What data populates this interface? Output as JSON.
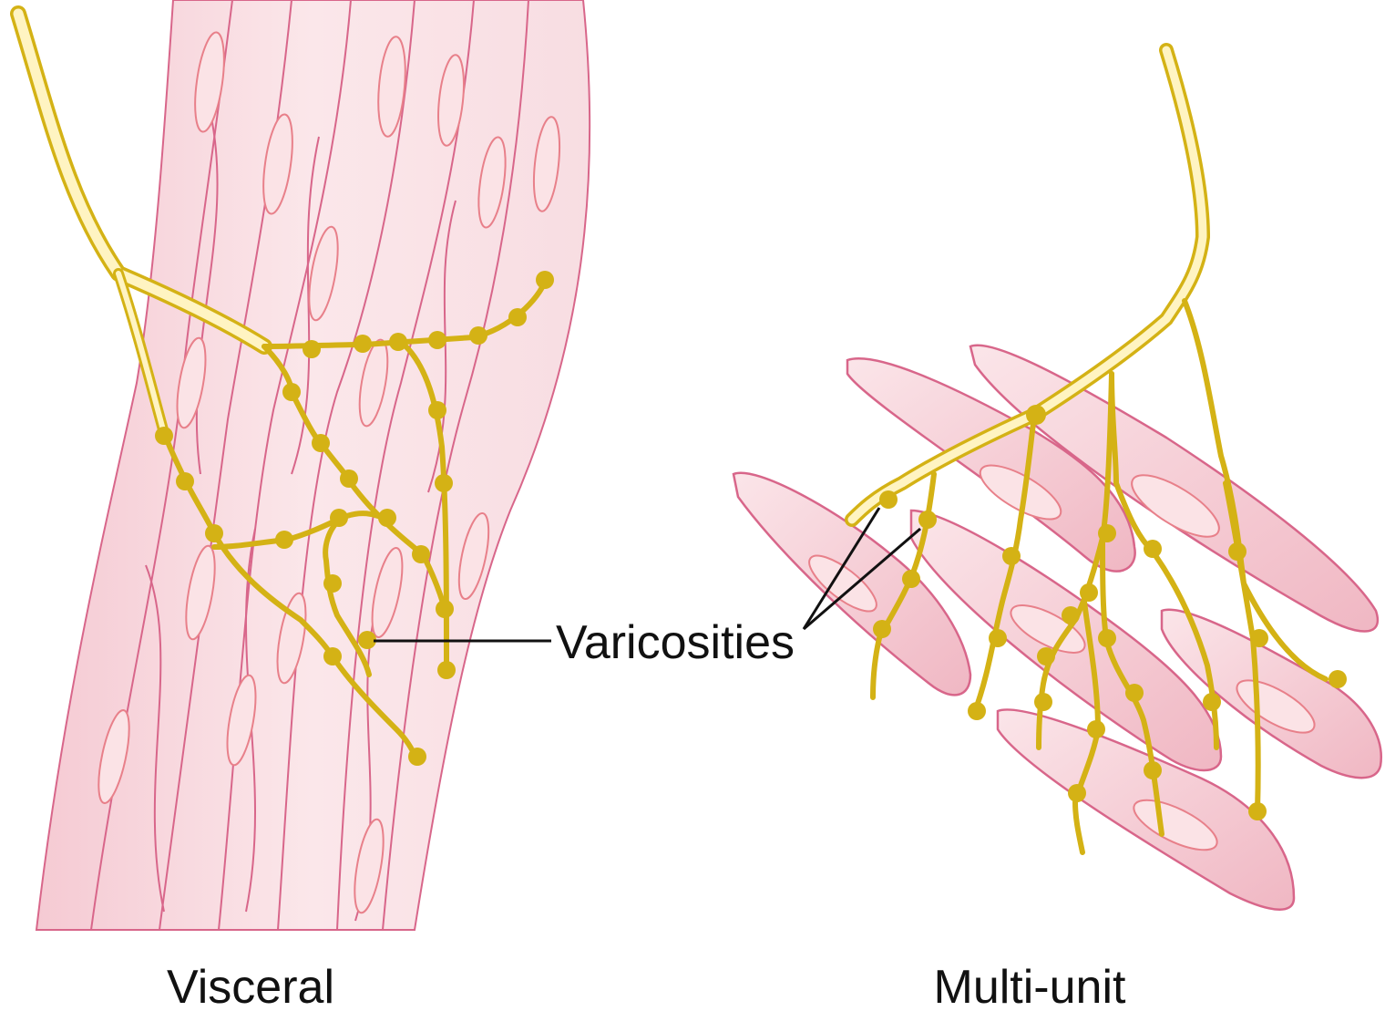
{
  "diagram": {
    "labels": {
      "visceral": "Visceral",
      "multi_unit": "Multi-unit",
      "varicosities": "Varicosities"
    },
    "colors": {
      "muscle_fill": "#f7d6dc",
      "muscle_line": "#d8668a",
      "nucleus_fill": "#fbe3e6",
      "nucleus_line": "#e8808a",
      "nerve": "#d4b215",
      "nerve_light": "#fff4c2",
      "varicosity": "#d4b215",
      "leader": "#111111"
    },
    "icons": {
      "visceral": "visceral-smooth-muscle-sheet",
      "multi_unit": "multi-unit-smooth-muscle-cells",
      "nerve": "autonomic-nerve-fiber"
    }
  }
}
